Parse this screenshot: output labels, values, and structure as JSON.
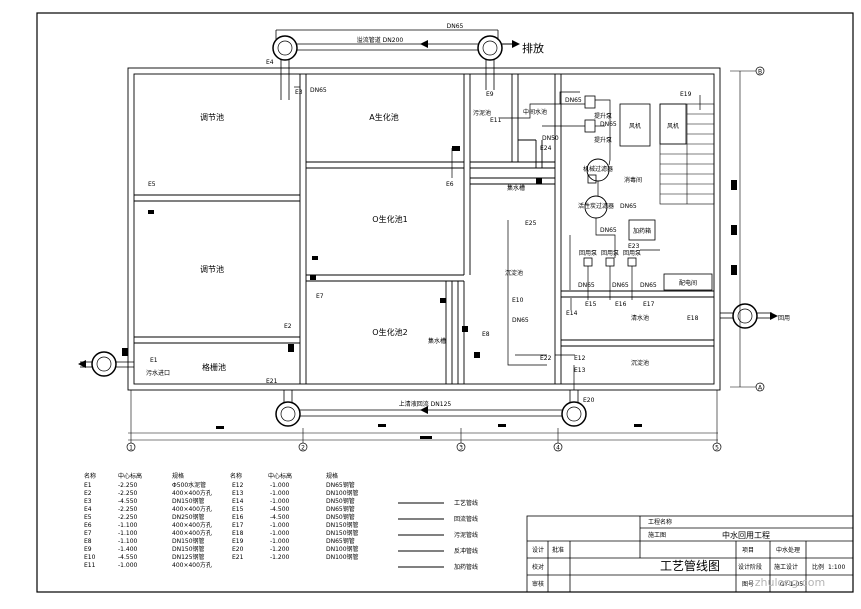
{
  "rooms": {
    "regulating_tank_1": "调节池",
    "regulating_tank_2": "调节池",
    "a_biochemical_tank": "A生化池",
    "o_biochemical_tank_1": "O生化池1",
    "o_biochemical_tank_2": "O生化池2",
    "grille_tank": "格栅池",
    "sludge_tank": "污泥池",
    "intermediate_tank": "中间水池",
    "sediment_tank": "沉淀池",
    "water_collection_1": "集水槽",
    "water_collection_2": "集水槽",
    "disinfection_room": "消毒间",
    "fan_1": "风机",
    "fan_2": "风机",
    "dosing_box": "加药箱",
    "clean_water_tank": "清水池",
    "lift_pump_1": "提升泵",
    "lift_pump_2": "提升泵",
    "filter_1": "机械过滤器",
    "filter_2": "活性炭过滤器",
    "reuse_pump_1": "回用泵",
    "reuse_pump_2": "回用泵",
    "reuse_pump_3": "回用泵",
    "control_room": "配电间",
    "sewage_inlet": "污水进口"
  },
  "labels": {
    "discharge": "排放",
    "overflow_pipe": "溢流管道 DN200",
    "top_pipe_size": "DN65",
    "bottom_pipe": "上清液回流 DN125",
    "dn65_a": "DN65",
    "dn65_b": "DN65",
    "dn65_c": "DN65",
    "dn65_d": "DN65",
    "dn65_e": "DN65",
    "dn65_f": "DN65",
    "dn65_g": "DN65",
    "dn65_h": "DN65",
    "dn65_i": "DN65",
    "dn50": "DN50",
    "reuse_out": "回用"
  },
  "point_ids": {
    "j1": "E1",
    "j2": "E2",
    "j3": "E3",
    "j4": "E4",
    "j5": "E5",
    "j6": "E6",
    "j7": "E7",
    "j8": "E8",
    "j9": "E9",
    "j10": "E10",
    "j11": "E11",
    "j12": "E12",
    "j13": "E13",
    "j14": "E14",
    "j15": "E15",
    "j16": "E16",
    "j17": "E17",
    "j18": "E18",
    "j19": "E19",
    "j20": "E20",
    "j21": "E21",
    "j22": "E22",
    "j23": "E23",
    "j24": "E24",
    "j25": "E25"
  },
  "axis_labels": [
    "1",
    "2",
    "3",
    "4",
    "5",
    "A",
    "B"
  ],
  "elevation_table": {
    "headers": [
      "名称",
      "中心标高",
      "规格"
    ],
    "left_rows": [
      [
        "E1",
        "-2.250",
        "Φ500水泥管"
      ],
      [
        "E2",
        "-2.250",
        "400×400方孔"
      ],
      [
        "E3",
        "-4.550",
        "DN150钢管"
      ],
      [
        "E4",
        "-2.250",
        "400×400方孔"
      ],
      [
        "E5",
        "-2.250",
        "DN250钢管"
      ],
      [
        "E6",
        "-1.100",
        "400×400方孔"
      ],
      [
        "E7",
        "-1.100",
        "400×400方孔"
      ],
      [
        "E8",
        "-1.100",
        "DN150钢管"
      ],
      [
        "E9",
        "-1.400",
        "DN150钢管"
      ],
      [
        "E10",
        "-4.550",
        "DN125钢管"
      ],
      [
        "E11",
        "-1.000",
        "400×400方孔"
      ]
    ],
    "right_rows": [
      [
        "E12",
        "-1.000",
        "DN65钢管"
      ],
      [
        "E13",
        "-1.000",
        "DN100钢管"
      ],
      [
        "E14",
        "-1.000",
        "DN50钢管"
      ],
      [
        "E15",
        "-4.500",
        "DN65钢管"
      ],
      [
        "E16",
        "-4.500",
        "DN50钢管"
      ],
      [
        "E17",
        "-1.000",
        "DN150钢管"
      ],
      [
        "E18",
        "-1.000",
        "DN150钢管"
      ],
      [
        "E19",
        "-1.000",
        "DN65钢管"
      ],
      [
        "E20",
        "-1.200",
        "DN100钢管"
      ],
      [
        "E21",
        "-1.200",
        "DN100钢管"
      ]
    ]
  },
  "legend": [
    "工艺管线",
    "回流管线",
    "污泥管线",
    "反冲管线",
    "加药管线"
  ],
  "title_block": {
    "project": "中水回用工程",
    "drawing_title": "工艺管线图",
    "design": "设计",
    "check": "校对",
    "audit": "审核",
    "approve": "批准",
    "stage_label": "工程名称",
    "stage_value": "施工图",
    "sheet_label": "图号",
    "sheet_value": "GY-1-05",
    "item_label": "项目",
    "item_value": "中水处理",
    "phase_label": "设计阶段",
    "phase_value": "施工设计",
    "scale_label": "比例",
    "scale_value": "1:100"
  },
  "watermark": "zhulong.com"
}
